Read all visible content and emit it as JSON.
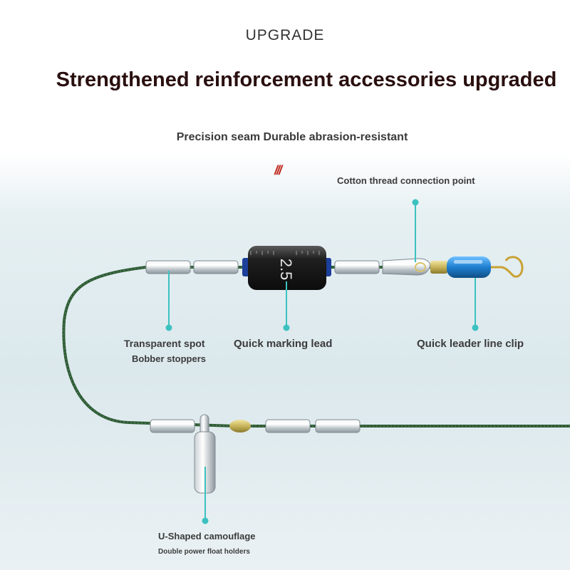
{
  "header": {
    "tag": "UPGRADE",
    "headline": "Strengthened reinforcement accessories upgraded",
    "subheadline": "Precision seam Durable abrasion-resistant",
    "slash_mark": "///"
  },
  "labels": {
    "cotton_thread": "Cotton thread connection point",
    "transparent_spot": "Transparent spot",
    "bobber_stoppers": "Bobber stoppers",
    "quick_marking_lead": "Quick marking lead",
    "quick_leader_clip": "Quick leader line clip",
    "u_shaped": "U-Shaped camouflage",
    "double_power": "Double power float holders"
  },
  "lead_marking": "2.5",
  "colors": {
    "line": "#2d5a35",
    "pointer": "#3cc1c0",
    "lead_body": "#1b1b1b",
    "clip_blue": "#1f7fd0",
    "bead_gold": "#c8b45a"
  }
}
